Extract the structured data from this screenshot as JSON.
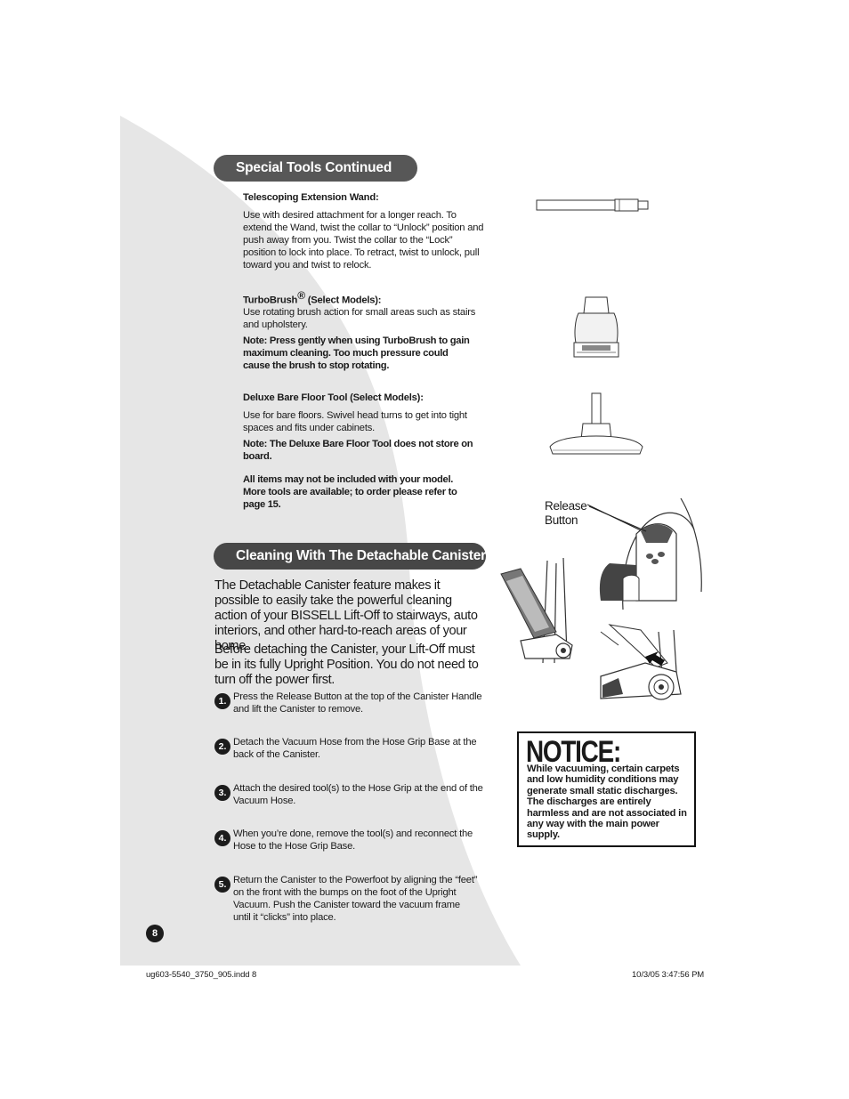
{
  "section1": {
    "heading": "Special Tools Continued",
    "wand": {
      "title": "Telescoping Extension Wand:",
      "text": "Use with desired attachment for a longer reach. To extend the Wand, twist the collar to “Unlock” position and push away from you. Twist the collar to the “Lock” position to lock into place. To retract, twist to unlock, pull toward you and twist to relock."
    },
    "turbo": {
      "title": "TurboBrush",
      "title_reg": "®",
      "title_suffix": " (Select Models):",
      "text": "Use rotating brush action for small areas such as stairs and upholstery.",
      "note": "Note: Press gently when using TurboBrush to gain maximum cleaning. Too much pressure could cause the brush to stop rotating."
    },
    "floor": {
      "title": "Deluxe Bare Floor Tool (Select Models):",
      "text": "Use for bare floors.  Swivel head turns to get into tight spaces and fits under cabinets.",
      "note": "Note: The Deluxe Bare Floor Tool does not store on board."
    },
    "all_items": "All items may not be included with your model. More tools are available; to order please refer to page 15."
  },
  "section2": {
    "heading": "Cleaning With The Detachable Canister",
    "intro1": "The Detachable Canister feature makes it possible to easily take the powerful cleaning action of your BISSELL Lift-Off to stairways, auto interiors, and other hard-to-reach areas of your home.",
    "intro2": "Before detaching the Canister, your Lift-Off must be in its fully Upright Position. You do not need to turn off the power first.",
    "steps": [
      {
        "num": "1.",
        "text": "Press the Release Button at the top of the Canister Handle and lift the Canister to remove."
      },
      {
        "num": "2.",
        "text": "Detach the Vacuum Hose from the Hose Grip Base at the back of the Canister."
      },
      {
        "num": "3.",
        "text": "Attach the desired tool(s) to the Hose Grip at the end of the Vacuum Hose."
      },
      {
        "num": "4.",
        "text": "When you’re done, remove the tool(s) and reconnect the Hose to the Hose Grip Base."
      },
      {
        "num": "5.",
        "text": "Return the Canister to the Powerfoot by aligning the “feet” on the front with the bumps on the foot of the Upright Vacuum. Push the Canister toward the vacuum frame until it “clicks” into place."
      }
    ]
  },
  "release_label": "Release Button",
  "notice": {
    "title": "NOTICE:",
    "text": "While vacuuming, certain carpets and low humidity conditions may generate small static discharges. The discharges are entirely harmless and are not associated in any way with the main power supply."
  },
  "page_number": "8",
  "footer": {
    "file": "ug603-5540_3750_905.indd   8",
    "timestamp": "10/3/05   3:47:56 PM"
  },
  "colors": {
    "heading_pill": "#575757",
    "swoosh": "#e6e6e6"
  }
}
